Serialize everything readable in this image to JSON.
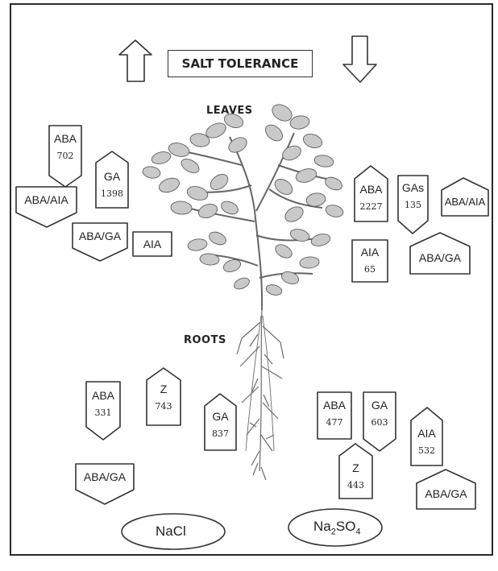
{
  "title": "SALT TOLERANCE",
  "labels": {
    "leaves": "LEAVES",
    "roots": "ROOTS"
  },
  "arrows": {
    "left": "up",
    "right": "down"
  },
  "salts": {
    "nacl": "NaCl",
    "na2so4_base": "Na",
    "na2so4_sub1": "2",
    "na2so4_mid": "SO",
    "na2so4_sub2": "4"
  },
  "tags": {
    "nacl_leaf_aba": {
      "name": "ABA",
      "value": "702"
    },
    "nacl_leaf_ga": {
      "name": "GA",
      "value": "1398"
    },
    "nacl_leaf_aba_aia": {
      "name": "ABA/AIA"
    },
    "nacl_leaf_aba_ga": {
      "name": "ABA/GA"
    },
    "nacl_leaf_aia": {
      "name": "AIA"
    },
    "na2so4_leaf_aba": {
      "name": "ABA",
      "value": "2227"
    },
    "na2so4_leaf_gas": {
      "name": "GAs",
      "value": "135"
    },
    "na2so4_leaf_aba_aia": {
      "name": "ABA/AIA"
    },
    "na2so4_leaf_aia": {
      "name": "AIA",
      "value": "65"
    },
    "na2so4_leaf_aba_ga": {
      "name": "ABA/GA"
    },
    "nacl_root_aba": {
      "name": "ABA",
      "value": "331"
    },
    "nacl_root_z": {
      "name": "Z",
      "value": "743"
    },
    "nacl_root_ga": {
      "name": "GA",
      "value": "837"
    },
    "nacl_root_aba_ga": {
      "name": "ABA/GA"
    },
    "na2so4_root_aba": {
      "name": "ABA",
      "value": "477"
    },
    "na2so4_root_ga": {
      "name": "GA",
      "value": "603"
    },
    "na2so4_root_aia": {
      "name": "AIA",
      "value": "532"
    },
    "na2so4_root_z": {
      "name": "Z",
      "value": "443"
    },
    "na2so4_root_aba_ga": {
      "name": "ABA/GA"
    }
  }
}
